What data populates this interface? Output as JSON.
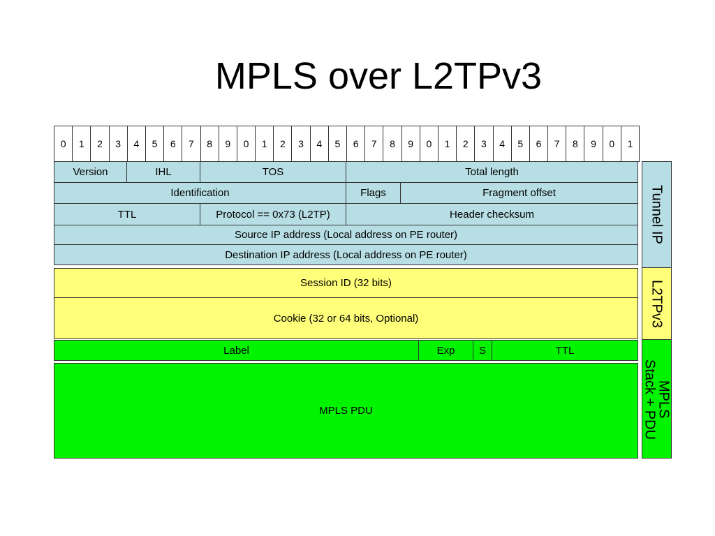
{
  "title": "MPLS over L2TPv3",
  "bits": [
    "0",
    "1",
    "2",
    "3",
    "4",
    "5",
    "6",
    "7",
    "8",
    "9",
    "0",
    "1",
    "2",
    "3",
    "4",
    "5",
    "6",
    "7",
    "8",
    "9",
    "0",
    "1",
    "2",
    "3",
    "4",
    "5",
    "6",
    "7",
    "8",
    "9",
    "0",
    "1"
  ],
  "fields": {
    "version": "Version",
    "ihl": "IHL",
    "tos": "TOS",
    "total_length": "Total length",
    "identification": "Identification",
    "flags": "Flags",
    "fragment_offset": "Fragment offset",
    "ttl": "TTL",
    "protocol": "Protocol == 0x73 (L2TP)",
    "header_checksum": "Header checksum",
    "source_ip": "Source IP address (Local address on PE router)",
    "destination_ip": "Destination IP address (Local address on PE router)",
    "session_id": "Session ID (32 bits)",
    "cookie": "Cookie (32 or 64 bits, Optional)",
    "label": "Label",
    "exp": "Exp",
    "s": "S",
    "mpls_ttl": "TTL",
    "mpls_pdu": "MPLS PDU"
  },
  "side_labels": {
    "tunnel_ip": "Tunnel IP",
    "l2tpv3": "L2TPv3",
    "mpls_stack": "MPLS\nStack + PDU"
  },
  "colors": {
    "tunnel_ip": "#b7dee4",
    "l2tpv3": "#ffff7a",
    "mpls": "#00f400",
    "bit_row": "#ffffff"
  }
}
